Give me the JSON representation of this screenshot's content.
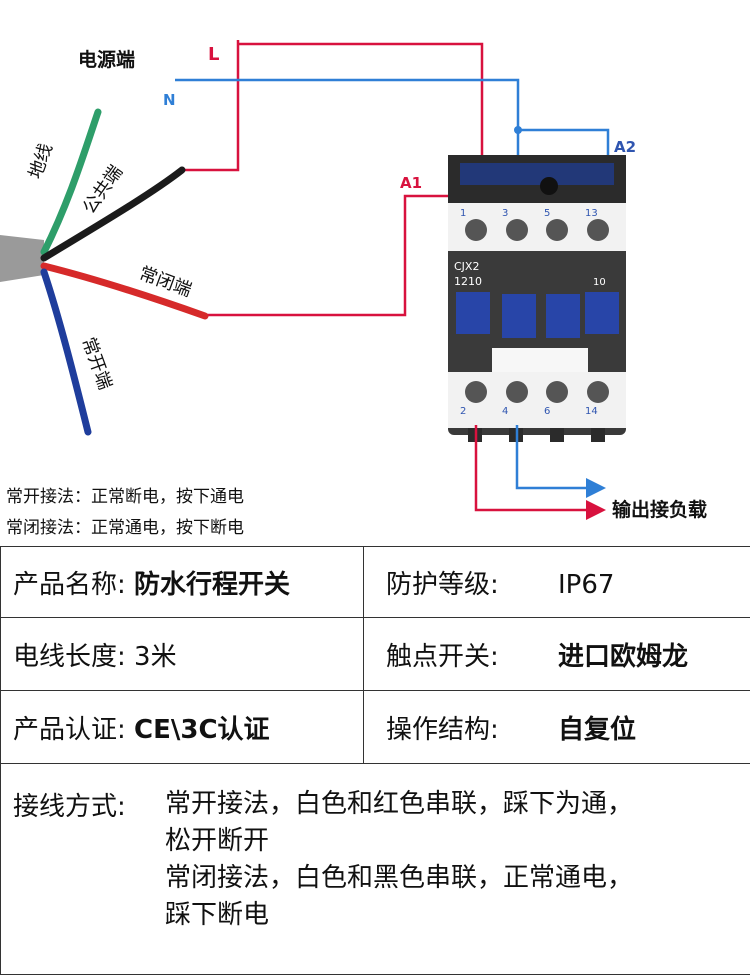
{
  "diagram": {
    "power_label": "电源端",
    "phase_label": "L",
    "neutral_label": "N",
    "wire_labels": {
      "ground": "地线",
      "common": "公共端",
      "nc": "常闭端",
      "no": "常开端"
    },
    "coil_labels": {
      "a1": "A1",
      "a2": "A2"
    },
    "contactor_model": "CJX2",
    "contactor_rating": "1210",
    "contactor_aux": "10",
    "top_terminals": [
      "1",
      "3",
      "5",
      "13"
    ],
    "bottom_terminals": [
      "2",
      "4",
      "6",
      "14"
    ],
    "output_label": "输出接负载",
    "colors": {
      "phase": "#d8123e",
      "neutral": "#2f7fd6",
      "a2_arrow": "#8a5cd8"
    }
  },
  "notes": [
    "常开接法：正常断电，按下通电",
    "常闭接法：正常通电，按下断电"
  ],
  "specs": {
    "name_label": "产品名称:",
    "name_value": "防水行程开关",
    "protection_label": "防护等级:",
    "protection_value": "IP67",
    "length_label": "电线长度:",
    "length_value": "3米",
    "contact_label": "触点开关:",
    "contact_value": "进口欧姆龙",
    "cert_label": "产品认证:",
    "cert_value": "CE\\3C认证",
    "structure_label": "操作结构:",
    "structure_value": "自复位",
    "wiring_label": "接线方式:",
    "wiring_lines": [
      "常开接法，白色和红色串联，踩下为通，",
      "松开断开",
      "常闭接法，白色和黑色串联，正常通电，",
      "踩下断电"
    ]
  }
}
